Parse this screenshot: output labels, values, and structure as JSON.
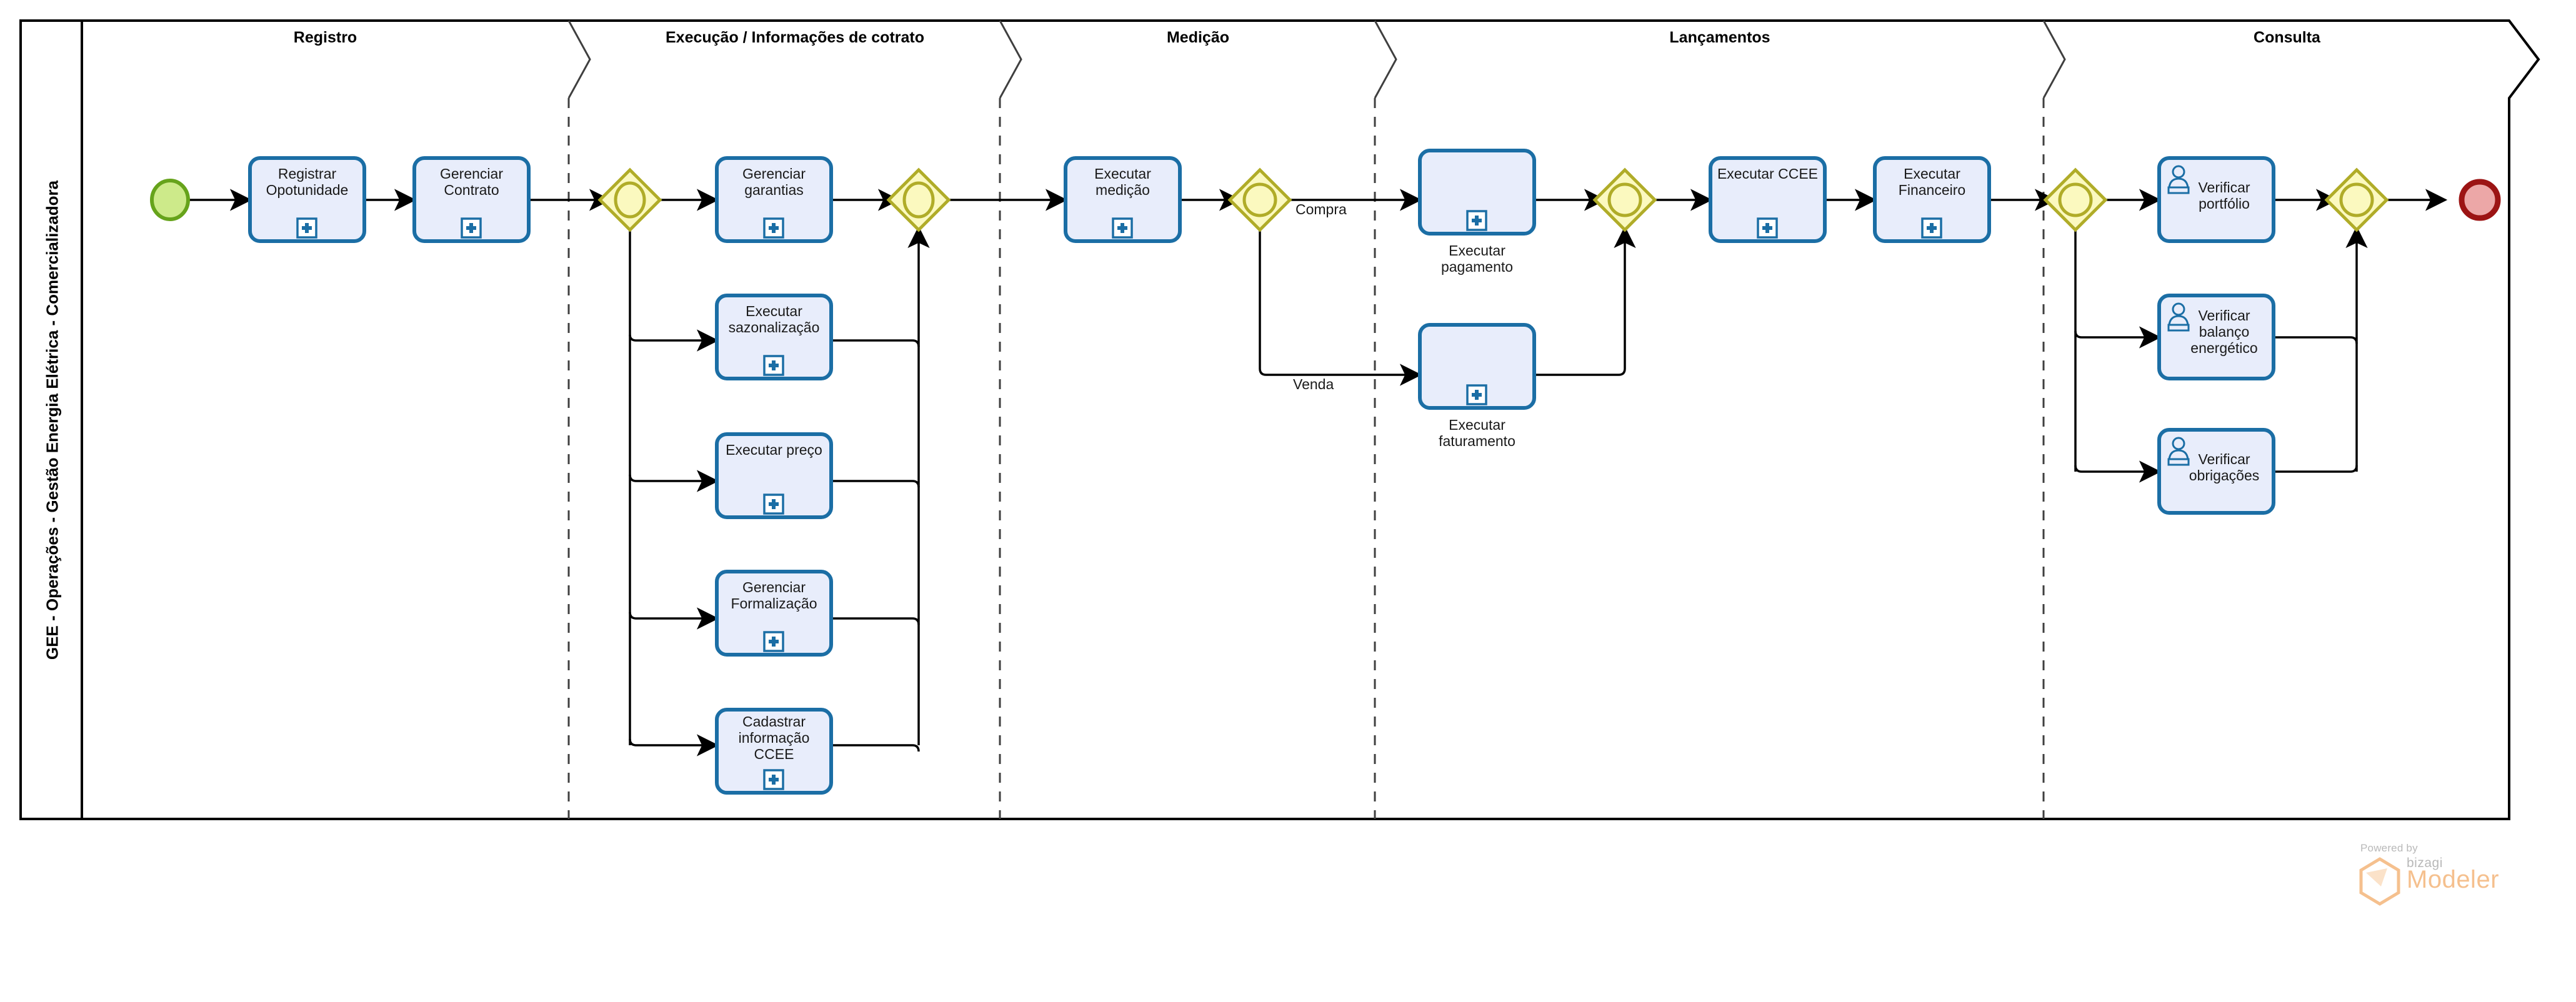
{
  "pool": {
    "label": "GEE - Operações - Gestão Energia Elétrica - Comercializadora"
  },
  "phases": [
    {
      "id": "registro",
      "title": "Registro"
    },
    {
      "id": "execucao",
      "title": "Execução / Informações de cotrato"
    },
    {
      "id": "medicao",
      "title": "Medição"
    },
    {
      "id": "lancamentos",
      "title": "Lançamentos"
    },
    {
      "id": "consulta",
      "title": "Consulta"
    }
  ],
  "events": [
    {
      "id": "start",
      "name": "start-event",
      "type": "start",
      "fill": "#cdea8a",
      "stroke": "#66a31b"
    },
    {
      "id": "end",
      "name": "end-event",
      "type": "end",
      "fill": "#eca7a7",
      "stroke": "#9c1414"
    }
  ],
  "gateways": [
    {
      "id": "gw1",
      "name": "inclusive-gateway-split-execucao"
    },
    {
      "id": "gw2",
      "name": "inclusive-gateway-join-execucao"
    },
    {
      "id": "gw3",
      "name": "inclusive-gateway-split-medicao"
    },
    {
      "id": "gw4",
      "name": "inclusive-gateway-join-lancamentos"
    },
    {
      "id": "gw5",
      "name": "inclusive-gateway-split-consulta"
    },
    {
      "id": "gw6",
      "name": "inclusive-gateway-join-consulta"
    }
  ],
  "tasks": [
    {
      "id": "t1",
      "label": "Registrar\nOpotunidade",
      "marker": "subprocess",
      "labelPos": "inside"
    },
    {
      "id": "t2",
      "label": "Gerenciar\nContrato",
      "marker": "subprocess",
      "labelPos": "inside"
    },
    {
      "id": "t3",
      "label": "Gerenciar\ngarantias",
      "marker": "subprocess",
      "labelPos": "inside"
    },
    {
      "id": "t4",
      "label": "Executar\nsazonalização",
      "marker": "subprocess",
      "labelPos": "inside"
    },
    {
      "id": "t5",
      "label": "Executar preço",
      "marker": "subprocess",
      "labelPos": "inside"
    },
    {
      "id": "t6",
      "label": "Gerenciar\nFormalização",
      "marker": "subprocess",
      "labelPos": "inside"
    },
    {
      "id": "t7",
      "label": "Cadastrar\ninformação\nCCEE",
      "marker": "subprocess",
      "labelPos": "inside"
    },
    {
      "id": "t8",
      "label": "Executar\nmedição",
      "marker": "subprocess",
      "labelPos": "inside"
    },
    {
      "id": "t9",
      "label": "Executar\npagamento",
      "marker": "subprocess",
      "labelPos": "below"
    },
    {
      "id": "t10",
      "label": "Executar\nfaturamento",
      "marker": "subprocess",
      "labelPos": "below"
    },
    {
      "id": "t11",
      "label": "Executar CCEE",
      "marker": "subprocess",
      "labelPos": "inside"
    },
    {
      "id": "t12",
      "label": "Executar\nFinanceiro",
      "marker": "subprocess",
      "labelPos": "inside"
    },
    {
      "id": "t13",
      "label": "Verificar\nportfólio",
      "marker": "user",
      "labelPos": "inside"
    },
    {
      "id": "t14",
      "label": "Verificar\nbalanço\nenergético",
      "marker": "user",
      "labelPos": "inside"
    },
    {
      "id": "t15",
      "label": "Verificar\nobrigações",
      "marker": "user",
      "labelPos": "inside"
    }
  ],
  "flow_labels": [
    {
      "id": "f-compra",
      "text": "Compra"
    },
    {
      "id": "f-venda",
      "text": "Venda"
    }
  ],
  "branding": {
    "powered": "Powered by",
    "bizagi": "bizagi",
    "modeler": "Modeler"
  },
  "colors": {
    "task_fill": "#e8edfb",
    "task_stroke": "#1b6ea5",
    "gateway_fill": "#fbf9bf",
    "gateway_stroke": "#b0ac28",
    "start_fill": "#cdea8a",
    "start_stroke": "#66a31b",
    "end_fill": "#eca7a7",
    "end_stroke": "#9c1414",
    "flow": "#000000",
    "pool_border": "#000000",
    "phase_divider": "#3f3f3f",
    "brand_orange": "#f5c08e"
  }
}
